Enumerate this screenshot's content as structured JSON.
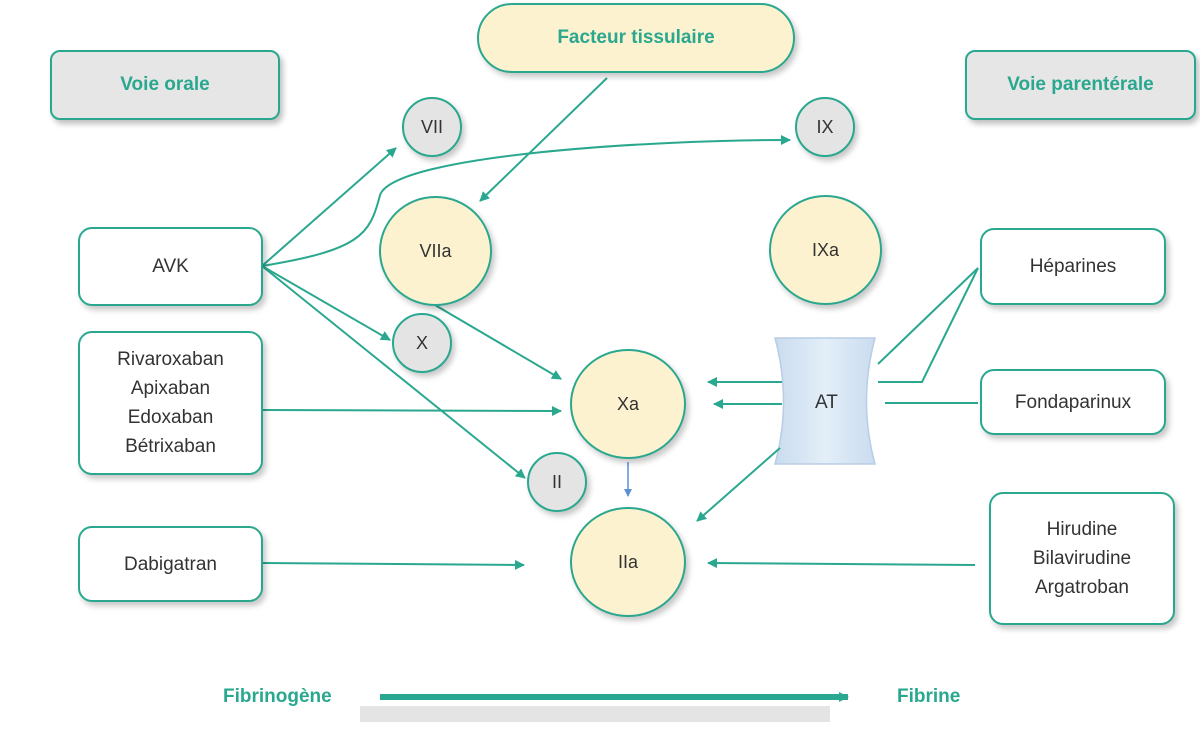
{
  "headers": {
    "oral": "Voie orale",
    "parenteral": "Voie parentérale",
    "tissue_factor": "Facteur tissulaire"
  },
  "drugs_left": {
    "avk": "AVK",
    "xa_inhibitors": [
      "Rivaroxaban",
      "Apixaban",
      "Edoxaban",
      "Bétrixaban"
    ],
    "dabigatran": "Dabigatran"
  },
  "drugs_right": {
    "heparines": "Héparines",
    "fondaparinux": "Fondaparinux",
    "thrombin_inhibitors": [
      "Hirudine",
      "Bilavirudine",
      "Argatroban"
    ]
  },
  "factors": {
    "vii": "VII",
    "ix": "IX",
    "viia": "VIIa",
    "ixa": "IXa",
    "x": "X",
    "xa": "Xa",
    "ii": "II",
    "iia": "IIa",
    "at": "AT"
  },
  "axis": {
    "start": "Fibrinogène",
    "end": "Fibrine"
  },
  "colors": {
    "accent": "#2aa88f",
    "active_factor_fill": "#fdf2cf",
    "inactive_factor_fill": "#e4e4e4",
    "header_fill": "#e6e6e6",
    "antithrombin_fill": "#dbe8f5"
  }
}
